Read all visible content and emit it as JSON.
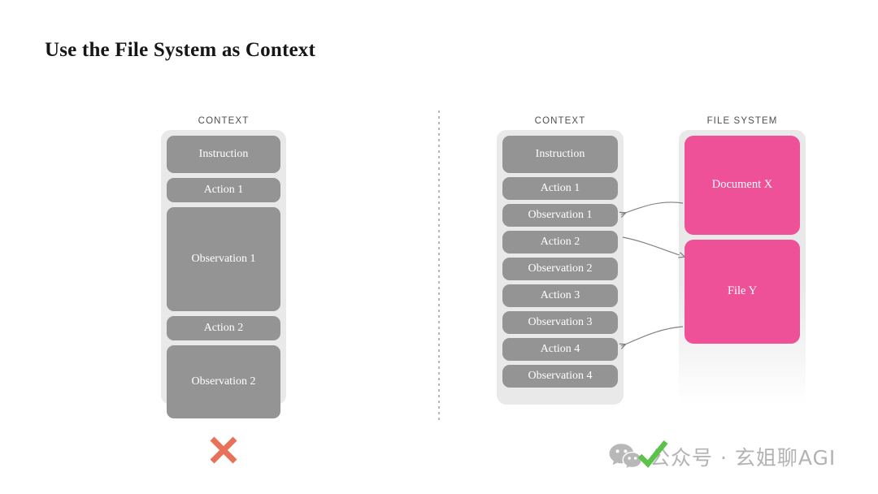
{
  "slide": {
    "title": "Use the File System as Context",
    "background": "#ffffff"
  },
  "colors": {
    "block_gray": "#949494",
    "stack_gray": "#e9e9e9",
    "file_pink": "#ef5198",
    "x_mark": "#e8715a",
    "label_gray": "#4f4f4f",
    "arrow_gray": "#808080",
    "watermark_gray": "#b3b3b3",
    "check_green": "#5cc24a"
  },
  "left_panel": {
    "label": "CONTEXT",
    "verdict_icon": "x-mark-icon",
    "blocks": [
      {
        "label": "Instruction",
        "height": 46
      },
      {
        "label": "Action 1",
        "height": 30
      },
      {
        "label": "Observation 1",
        "height": 128
      },
      {
        "label": "Action 2",
        "height": 30
      },
      {
        "label": "Observation 2",
        "height": 90
      }
    ]
  },
  "right_panel": {
    "context": {
      "label": "CONTEXT",
      "blocks": [
        {
          "label": "Instruction",
          "height": 46
        },
        {
          "label": "Action 1",
          "height": 28
        },
        {
          "label": "Observation 1",
          "height": 28
        },
        {
          "label": "Action 2",
          "height": 28
        },
        {
          "label": "Observation 2",
          "height": 28
        },
        {
          "label": "Action 3",
          "height": 28
        },
        {
          "label": "Observation 3",
          "height": 28
        },
        {
          "label": "Action 4",
          "height": 28
        },
        {
          "label": "Observation 4",
          "height": 28
        }
      ]
    },
    "file_system": {
      "label": "FILE SYSTEM",
      "blocks": [
        {
          "label": "Document X",
          "height": 122
        },
        {
          "label": "File Y",
          "height": 128
        }
      ]
    }
  },
  "connections": [
    {
      "name": "document-x-to-observation-1",
      "from": "Document X",
      "to": "Observation 1",
      "direction": "left"
    },
    {
      "name": "action-2-to-file-y",
      "from": "Action 2",
      "to": "File Y",
      "direction": "right"
    },
    {
      "name": "file-y-to-action-4",
      "from": "File Y",
      "to": "Action 4",
      "direction": "left"
    }
  ],
  "watermark": {
    "icon": "wechat-icon",
    "check": "green-check-icon",
    "text": "公众号 · 玄姐聊AGI"
  }
}
